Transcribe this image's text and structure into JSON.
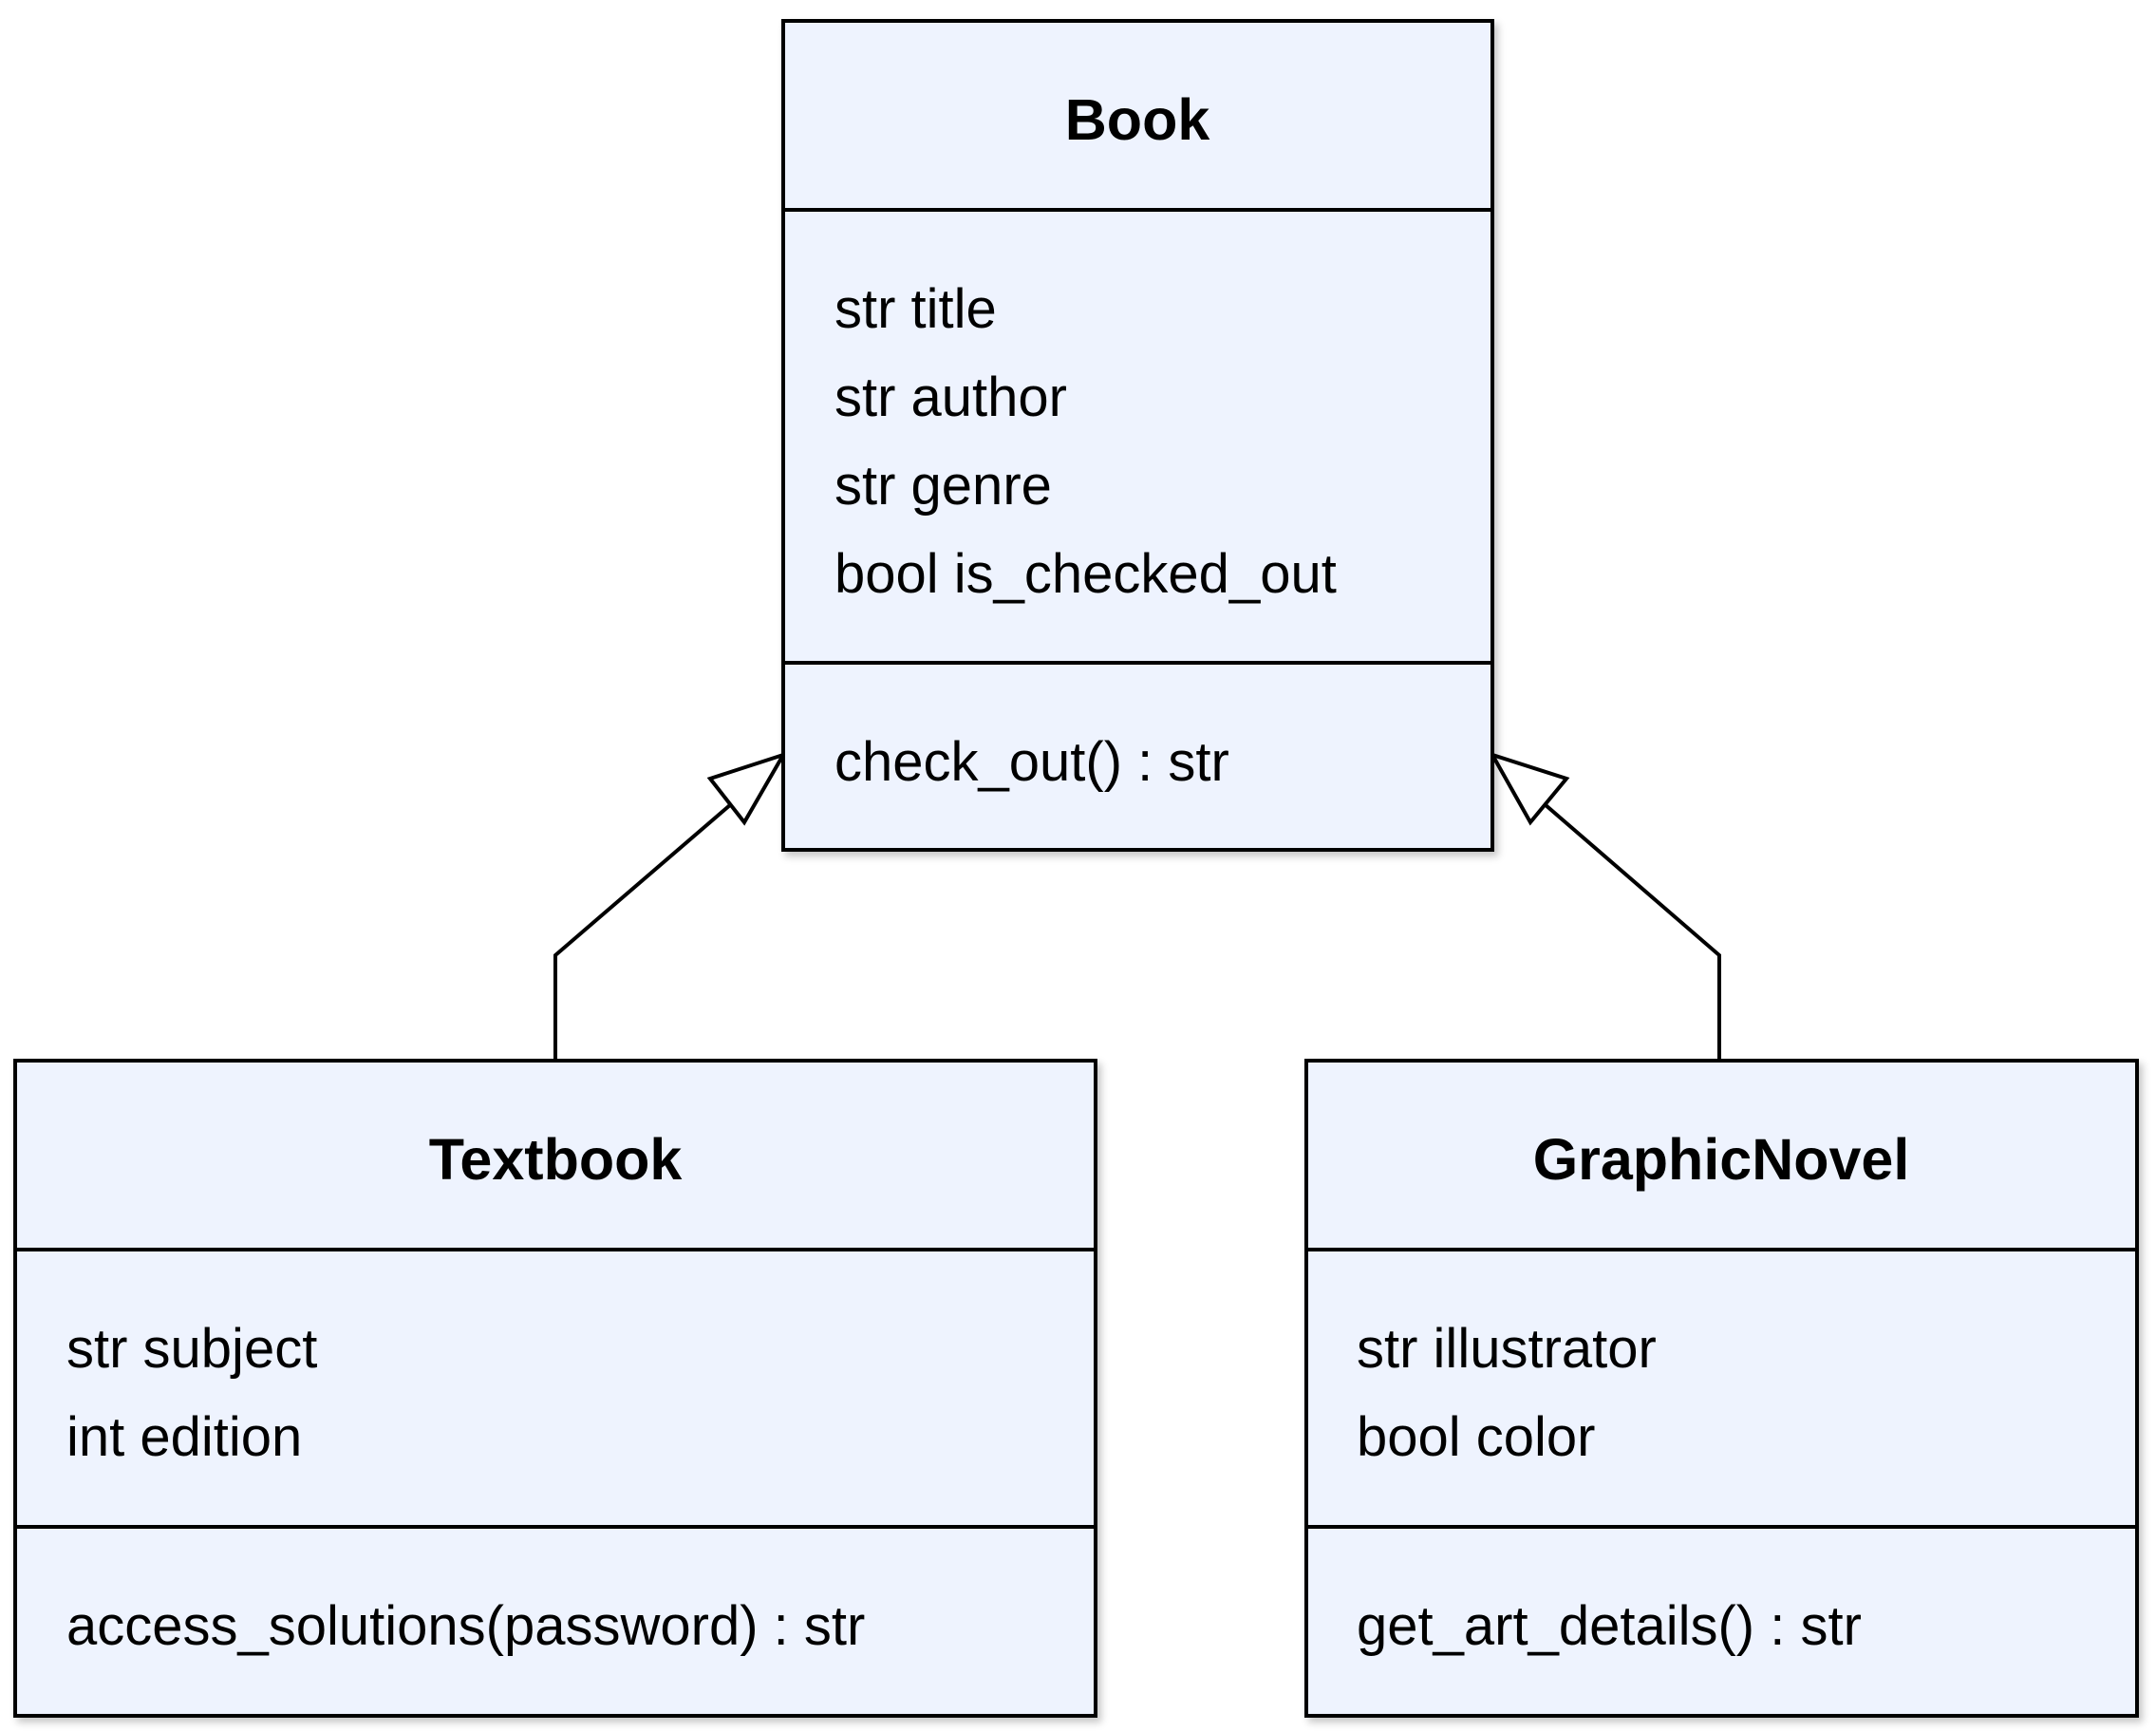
{
  "diagram": {
    "type": "uml-class-diagram",
    "colors": {
      "class_fill": "#eef3fe",
      "stroke": "#000000",
      "text": "#000000",
      "arrowhead_fill": "#ffffff"
    },
    "classes": {
      "book": {
        "name": "Book",
        "attributes": [
          "str title",
          "str author",
          "str genre",
          "bool is_checked_out"
        ],
        "methods": [
          "check_out() : str"
        ]
      },
      "textbook": {
        "name": "Textbook",
        "attributes": [
          "str subject",
          "int edition"
        ],
        "methods": [
          "access_solutions(password) : str"
        ]
      },
      "graphicnovel": {
        "name": "GraphicNovel",
        "attributes": [
          "str illustrator",
          "bool color"
        ],
        "methods": [
          "get_art_details() : str"
        ]
      }
    },
    "relationships": [
      {
        "type": "inheritance",
        "from": "Textbook",
        "to": "Book"
      },
      {
        "type": "inheritance",
        "from": "GraphicNovel",
        "to": "Book"
      }
    ]
  }
}
